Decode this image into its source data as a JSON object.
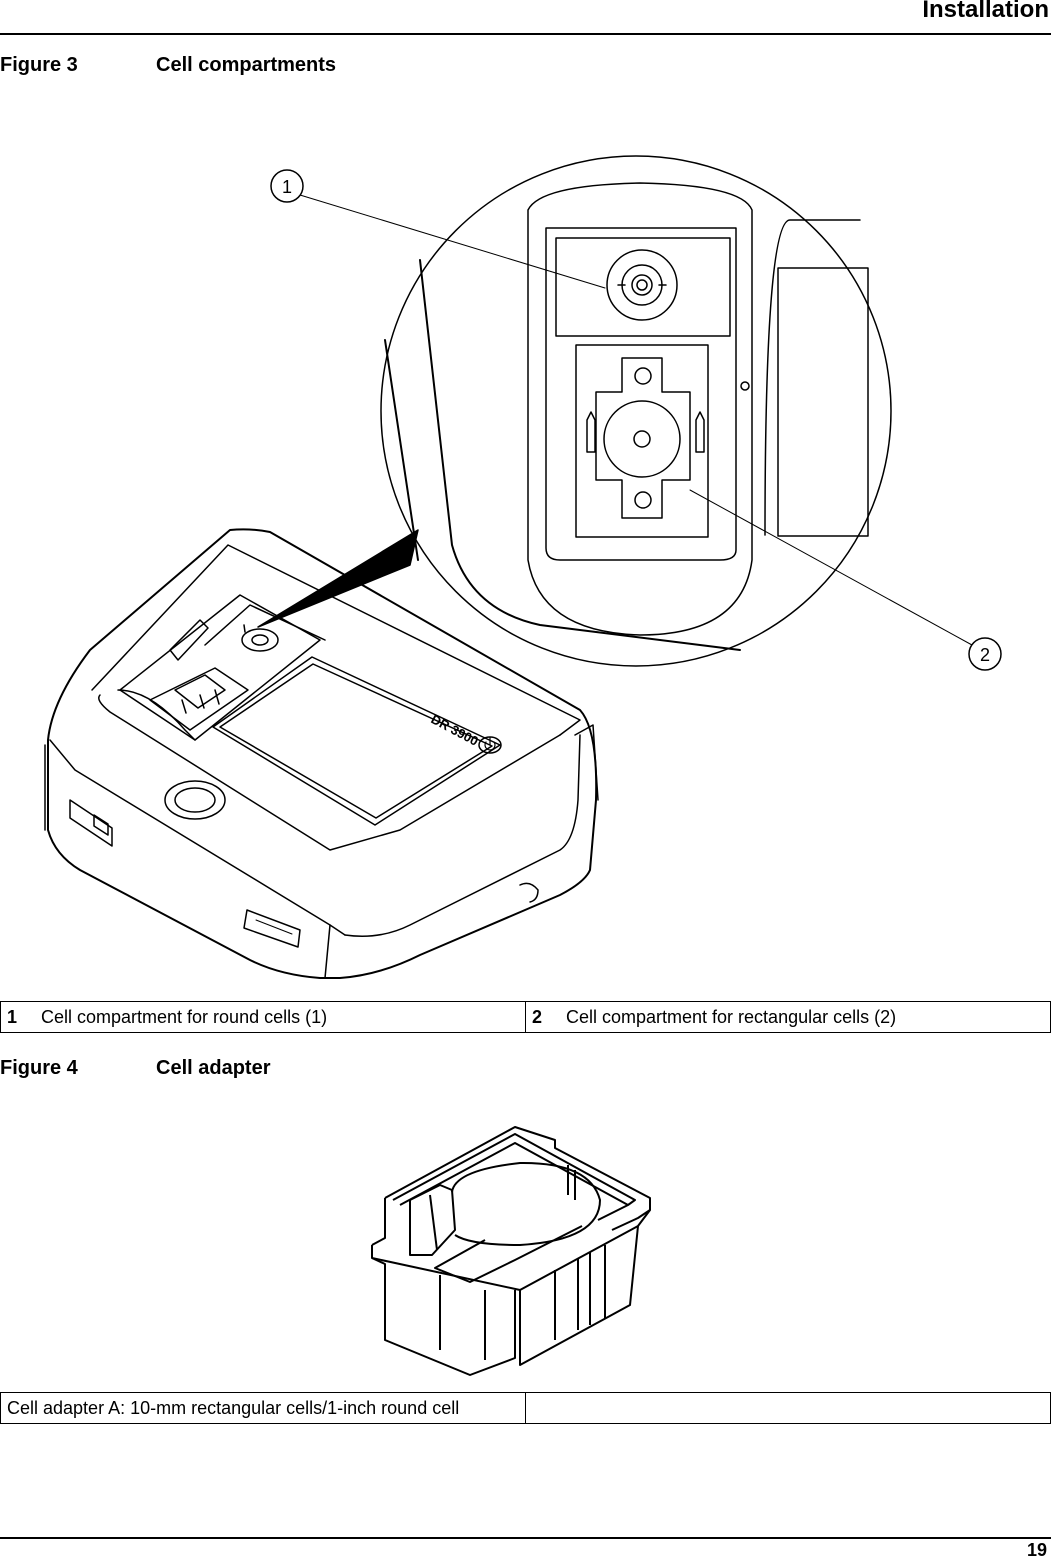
{
  "header": {
    "section_title": "Installation"
  },
  "figure3": {
    "label": "Figure 3",
    "title": "Cell compartments",
    "callouts": [
      "1",
      "2"
    ],
    "device_label": "DR 3900",
    "legend": [
      {
        "key": "1",
        "text": "Cell compartment for round cells (1)"
      },
      {
        "key": "2",
        "text": "Cell compartment for rectangular cells (2)"
      }
    ]
  },
  "figure4": {
    "label": "Figure 4",
    "title": "Cell adapter",
    "legend": [
      {
        "text": "Cell adapter A: 10-mm rectangular cells/1-inch round cell"
      },
      {
        "text": ""
      }
    ]
  },
  "footer": {
    "page_number": "19"
  },
  "icons": [
    "usb-icon",
    "power-icon",
    "sd-card-icon",
    "rfid-icon"
  ]
}
